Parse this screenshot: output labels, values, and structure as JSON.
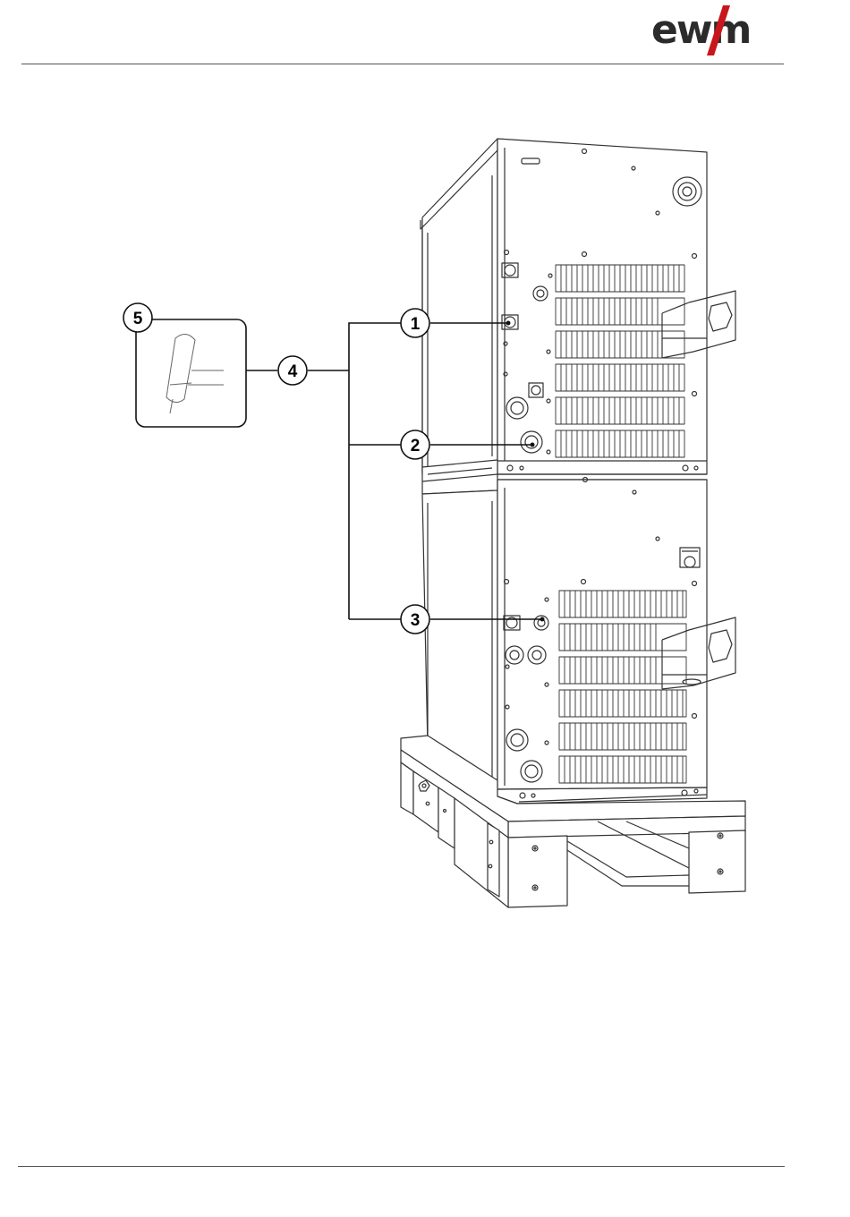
{
  "header": {
    "brand": "ewm",
    "brand_color": "#2b2b2b",
    "accent_color": "#c8161d"
  },
  "figure": {
    "callouts": [
      "1",
      "2",
      "3",
      "4",
      "5"
    ],
    "symbol_icon": "stick-electrode-icon"
  }
}
